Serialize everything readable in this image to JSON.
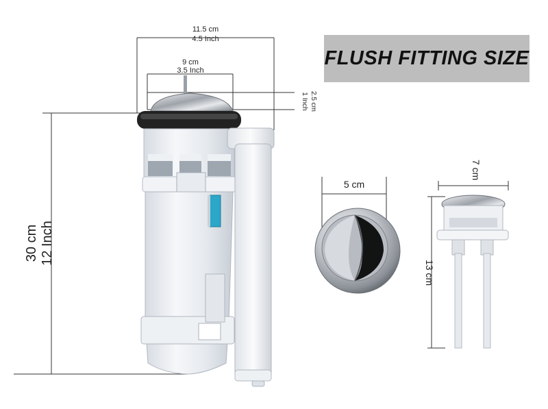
{
  "title": "FLUSH FITTING SIZE",
  "dimensions": {
    "top_width_cm": "11.5 cm",
    "top_width_in": "4.5 Inch",
    "cap_width_cm": "9 cm",
    "cap_width_in": "3.5 Inch",
    "cap_height_cm": "2.5 cm",
    "cap_height_in": "1 Inch",
    "body_height_cm": "30 cm",
    "body_height_in": "12 Inch",
    "button_diameter": "5 cm",
    "button_unit_width": "7 cm",
    "button_unit_height": "13 cm"
  },
  "colors": {
    "banner_bg": "#bdbdbd",
    "plastic": "#e9edf2",
    "chrome": "#c9ccd1",
    "accent_window": "#2aa7c9"
  }
}
